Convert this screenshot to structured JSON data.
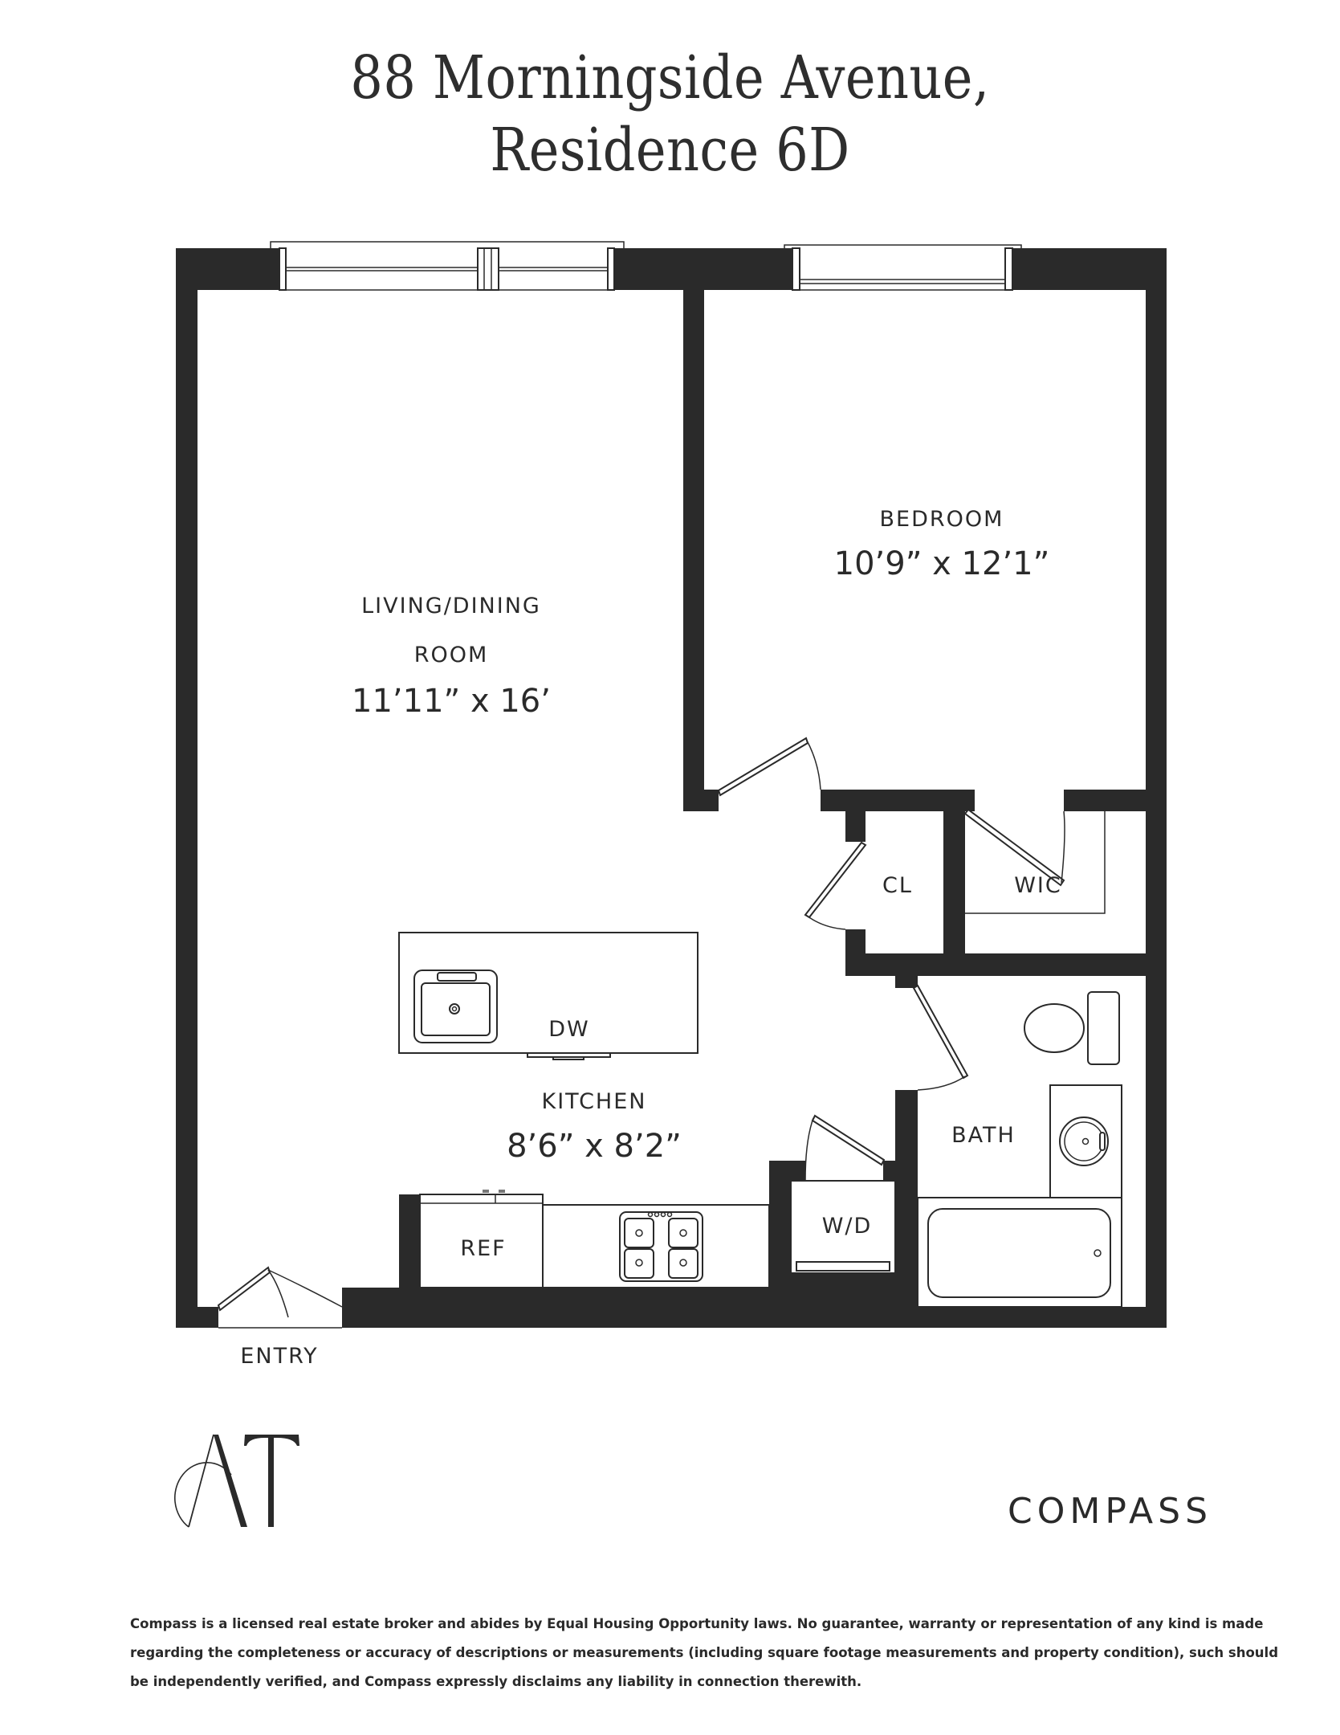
{
  "header": {
    "title_line1": "88 Morningside Avenue,",
    "title_line2": "Residence 6D"
  },
  "rooms": {
    "living": {
      "label_line1": "LIVING/DINING",
      "label_line2": "ROOM",
      "dimensions": "11’11” x 16’"
    },
    "bedroom": {
      "label": "BEDROOM",
      "dimensions": "10’9” x 12’1”"
    },
    "kitchen": {
      "label": "KITCHEN",
      "dimensions": "8’6” x 8’2”"
    },
    "closet": {
      "label": "CL"
    },
    "walk_in_closet": {
      "label": "WIC"
    },
    "bath": {
      "label": "BATH"
    },
    "washer_dryer": {
      "label": "W/D"
    },
    "refrigerator": {
      "label": "REF"
    },
    "dishwasher": {
      "label": "DW"
    },
    "entry": {
      "label": "ENTRY"
    }
  },
  "logos": {
    "left": "AT",
    "right": "COMPASS"
  },
  "disclaimer": {
    "line1": "Compass is a licensed real estate broker and abides by Equal Housing Opportunity laws. No guarantee, warranty or representation of any kind is made",
    "line2": "regarding the completeness or accuracy of descriptions or measurements (including square footage measurements and property condition), such should",
    "line3": "be independently verified, and Compass expressly disclaims any liability in connection therewith."
  },
  "colors": {
    "wall": "#2a2a2a",
    "background": "#ffffff"
  }
}
